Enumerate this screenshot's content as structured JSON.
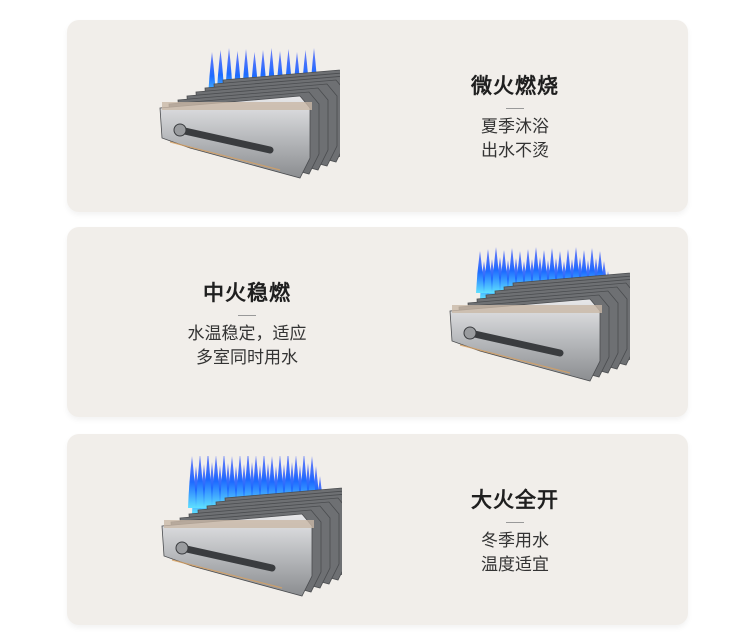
{
  "modes": [
    {
      "title": "微火燃烧",
      "lines": [
        "夏季沐浴",
        "出水不烫"
      ]
    },
    {
      "title": "中火稳燃",
      "lines": [
        "水温稳定，适应",
        "多室同时用水"
      ]
    },
    {
      "title": "大火全开",
      "lines": [
        "冬季用水",
        "温度适宜"
      ]
    }
  ],
  "colors": {
    "card": "#f1eeea",
    "flame": "#1e6bff",
    "flame_core": "#5fe0ff"
  }
}
